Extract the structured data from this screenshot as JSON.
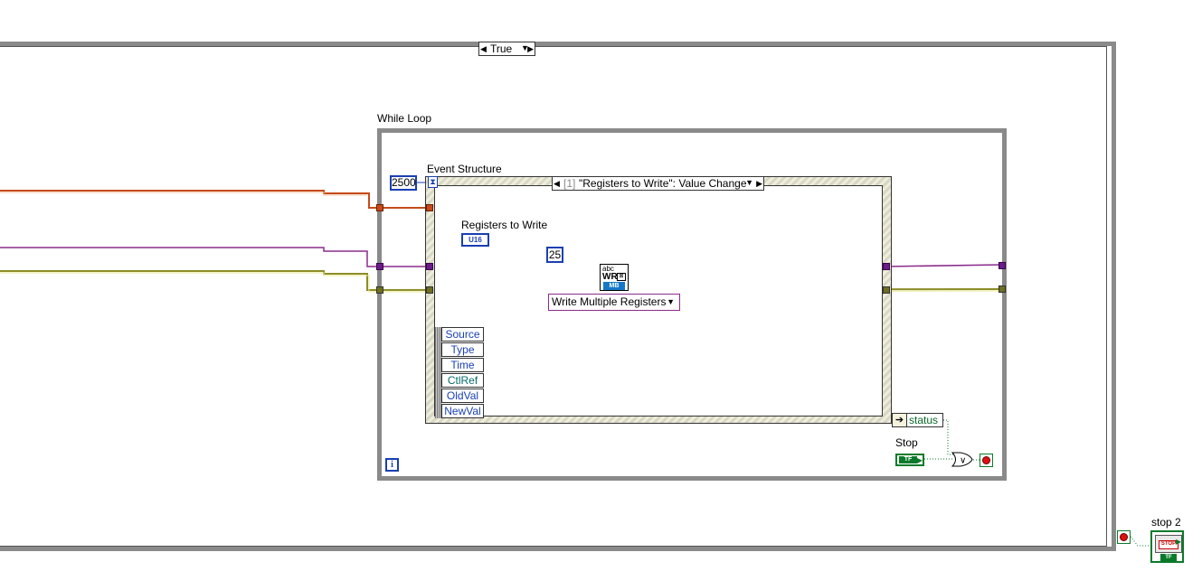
{
  "case_structure": {
    "selector_label": "True"
  },
  "while_loop": {
    "label": "While Loop",
    "iteration_glyph": "i"
  },
  "event_structure": {
    "label": "Event Structure",
    "timeout_value": "2500",
    "case_index": "[1]",
    "case_label": "\"Registers to Write\": Value Change",
    "event_data": [
      "Source",
      "Type",
      "Time",
      "CtlRef",
      "OldVal",
      "NewVal"
    ]
  },
  "registers_control": {
    "label": "Registers to Write",
    "type_tag": "U16"
  },
  "constant_value": "25",
  "modbus_vi": {
    "top_text": "abc",
    "mid_text": "WR",
    "bottom_text": "MB"
  },
  "function_selector": {
    "label": "Write Multiple Registers"
  },
  "status_indicator": {
    "label": "status"
  },
  "stop_control": {
    "label": "Stop",
    "type_tag": "TF"
  },
  "or_gate": {
    "symbol": "∨"
  },
  "stop2_control": {
    "label": "stop 2",
    "face_text": "STOP",
    "type_tag": "TF"
  },
  "colors": {
    "error_wire": "#c64a1a",
    "reference_wire": "#8b2c8b",
    "cluster_wire": "#c8c864",
    "numeric_wire": "#1a3fb3",
    "boolean_wire": "#0a7a2a"
  }
}
